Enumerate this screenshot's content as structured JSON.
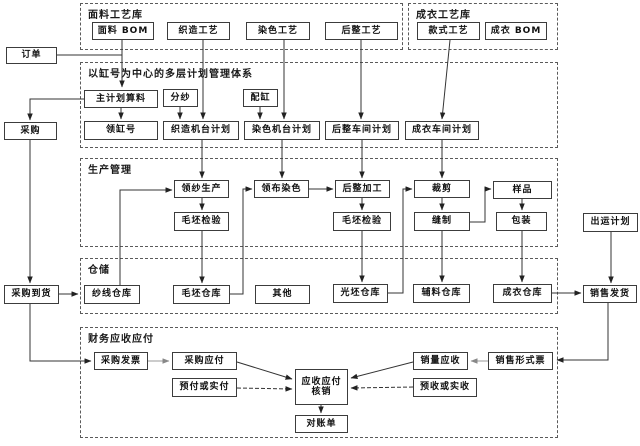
{
  "diagram": {
    "containers": {
      "fabric_library": {
        "label": "面料工艺库"
      },
      "garment_library": {
        "label": "成衣工艺库"
      },
      "planning": {
        "label": "以缸号为中心的多层计划管理体系"
      },
      "production": {
        "label": "生产管理"
      },
      "warehouse": {
        "label": "仓储"
      },
      "finance": {
        "label": "财务应收应付"
      }
    },
    "nodes": {
      "fabric_bom": "面料 BOM",
      "weaving_process": "织造工艺",
      "dyeing_process": "染色工艺",
      "finishing_process": "后整工艺",
      "style_process": "款式工艺",
      "garment_bom": "成衣 BOM",
      "order": "订单",
      "purchase": "采购",
      "purchase_arrival": "采购到货",
      "master_plan": "主计划算料",
      "yarn_split": "分纱",
      "vat_match": "配缸",
      "vat_number": "领缸号",
      "weaving_machine_plan": "织造机台计划",
      "dyeing_machine_plan": "染色机台计划",
      "finishing_shop_plan": "后整车间计划",
      "garment_shop_plan": "成衣车间计划",
      "yarn_production": "领纱生产",
      "fabric_dyeing": "领布染色",
      "finishing_work": "后整加工",
      "cutting": "裁剪",
      "sample": "样品",
      "greige_inspect1": "毛坯检验",
      "greige_inspect2": "毛坯检验",
      "sewing": "缝制",
      "packing": "包装",
      "shipping_plan": "出运计划",
      "yarn_warehouse": "纱线仓库",
      "greige_warehouse": "毛坯仓库",
      "other": "其他",
      "finished_greige_warehouse": "光坯仓库",
      "accessory_warehouse": "辅料仓库",
      "garment_warehouse": "成衣仓库",
      "sales_delivery": "销售发货",
      "purchase_invoice": "采购发票",
      "purchase_payable": "采购应付",
      "prepay_or_actual_pay": "预付或实付",
      "writeoff_line1": "应收应付",
      "writeoff_line2": "核销",
      "statement": "对账单",
      "sales_receivable": "销量应收",
      "prereceive_or_actual": "预收或实收",
      "sales_proforma_invoice": "销售形式票"
    },
    "colors": {
      "background": "#ffffff",
      "box_border": "#3c3c3c",
      "dashed_border": "#5a5a5a",
      "arrow": "#333333",
      "grey_arrow": "#999999",
      "text": "#111111"
    }
  }
}
